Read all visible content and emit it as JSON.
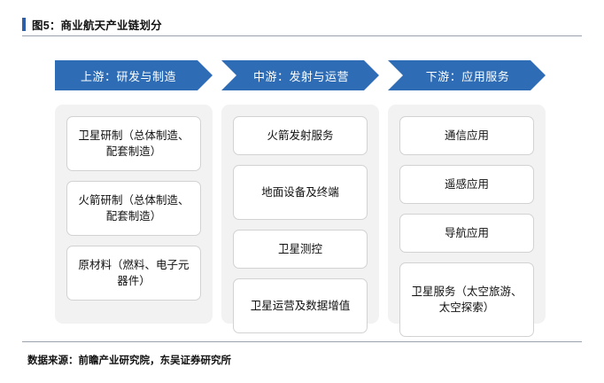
{
  "figure": {
    "title": "图5：商业航天产业链划分",
    "source": "数据来源：前瞻产业研究院，东吴证券研究所"
  },
  "colors": {
    "accent": "#2e6cb5",
    "title_bar": "#2e5ea8",
    "panel_bg": "#f2f2f2",
    "item_bg": "#ffffff",
    "item_border": "#d2d2d2",
    "rule": "#9aa3ad"
  },
  "columns": [
    {
      "header": "上游：研发与制造",
      "items": [
        "卫星研制（总体制造、配套制造）",
        "火箭研制（总体制造、配套制造）",
        "原材料（燃料、电子元器件）"
      ]
    },
    {
      "header": "中游：发射与运营",
      "items": [
        "火箭发射服务",
        "地面设备及终端",
        "卫星测控",
        "卫星运营及数据增值"
      ]
    },
    {
      "header": "下游：应用服务",
      "items": [
        "通信应用",
        "遥感应用",
        "导航应用",
        "卫星服务（太空旅游、太空探索）"
      ]
    }
  ]
}
